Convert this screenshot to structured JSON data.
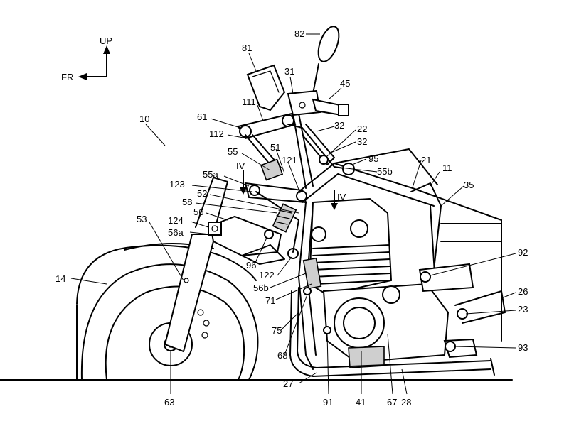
{
  "directions": {
    "up": "UP",
    "front": "FR"
  },
  "section_markers": {
    "left": "IV",
    "right": "IV"
  },
  "labels": [
    "10",
    "14",
    "53",
    "63",
    "124",
    "56a",
    "56",
    "58",
    "123",
    "55a",
    "52",
    "55",
    "51",
    "121",
    "112",
    "61",
    "111",
    "81",
    "31",
    "82",
    "45",
    "32",
    "22",
    "32",
    "95",
    "55b",
    "21",
    "11",
    "35",
    "IV",
    "IV",
    "96",
    "122",
    "56b",
    "71",
    "75",
    "68",
    "91",
    "41",
    "67",
    "28",
    "27",
    "92",
    "26",
    "23",
    "93"
  ]
}
